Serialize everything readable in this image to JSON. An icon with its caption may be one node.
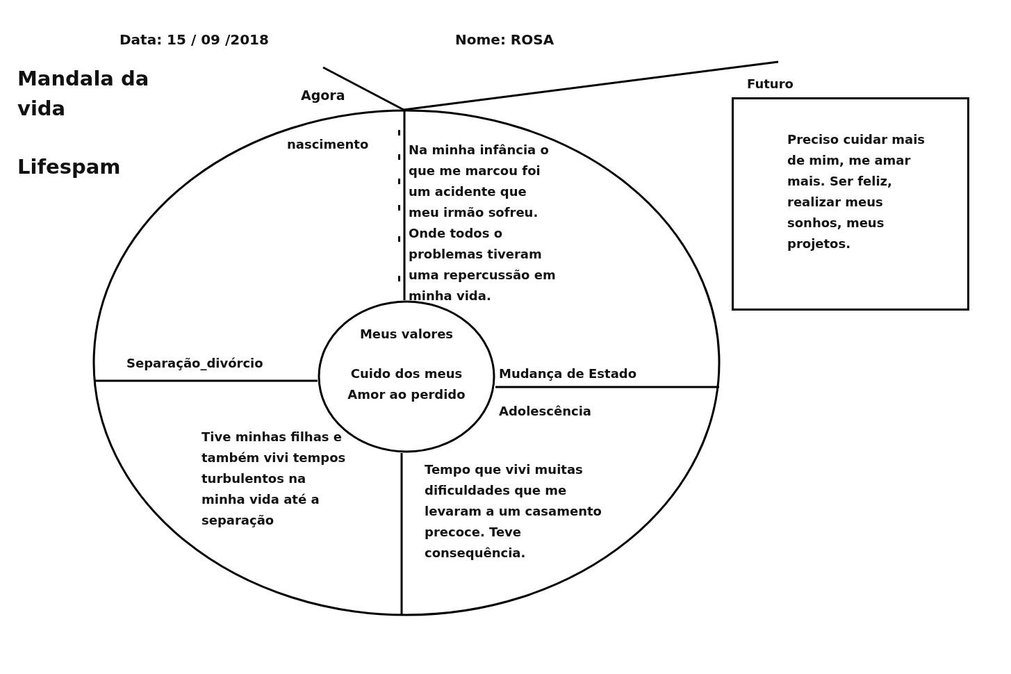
{
  "diagram": {
    "title": "Mandala da vida",
    "nodes": [
      {
        "text": [
          "nascimento",
          "Na minha infância o que me marcou foi um acidente que meu irmão sofreu. Onde todos o problemas tiveram uma repercussão em minha vida.",
          "Separação_divórcio",
          "Mudança de Estado",
          "Adolescência",
          "Tive minhas filhas e também vivi tempos turbulentos na minha vida até a separação",
          "Tempo que vivi muitas dificuldades que me levaram a um casamento precoce. Teve consequência."
        ]
      },
      {
        "text": [
          "Meus valores",
          "Cuido dos meus Amor ao perdido"
        ],
        "in": 0
      },
      {
        "text": [
          "Futuro",
          "Preciso cuidar mais de mim, me amar mais. Ser feliz, realizar meus sonhos, meus projetos."
        ]
      }
    ],
    "labels": [
      "Data: 15 / 09 /2018",
      "Nome: ROSA",
      "Lifespam",
      "Agora"
    ]
  }
}
